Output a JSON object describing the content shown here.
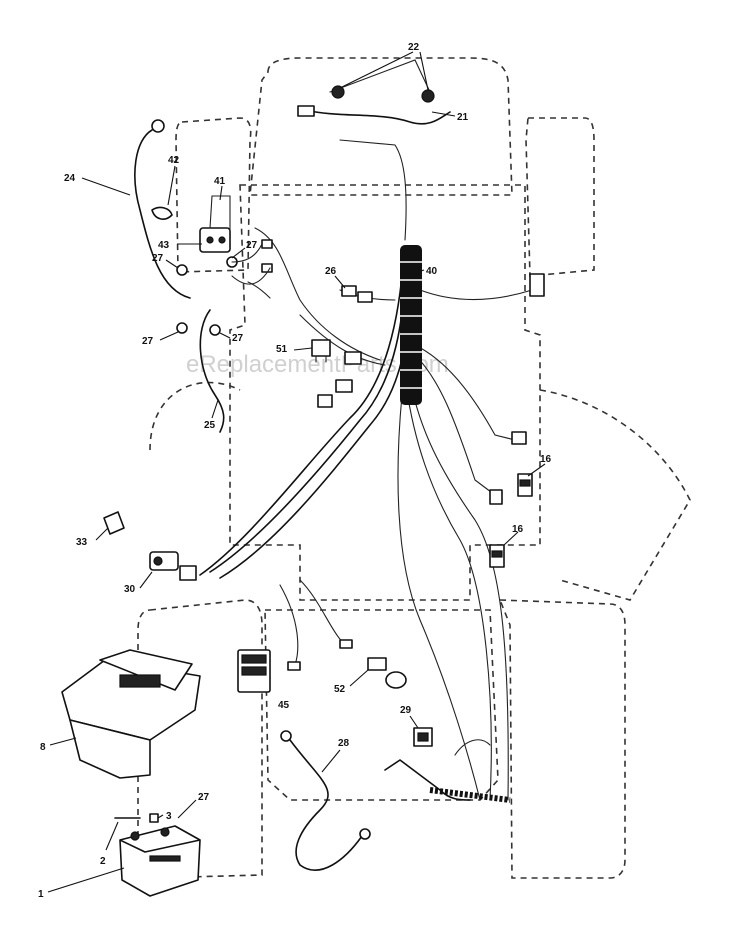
{
  "watermark": "eReplacementParts.com",
  "callouts": [
    {
      "id": "c22",
      "label": "22"
    },
    {
      "id": "c21",
      "label": "21"
    },
    {
      "id": "c24",
      "label": "24"
    },
    {
      "id": "c42",
      "label": "42"
    },
    {
      "id": "c41",
      "label": "41"
    },
    {
      "id": "c43",
      "label": "43"
    },
    {
      "id": "c27a",
      "label": "27"
    },
    {
      "id": "c27b",
      "label": "27"
    },
    {
      "id": "c26",
      "label": "26"
    },
    {
      "id": "c40",
      "label": "40"
    },
    {
      "id": "c27c",
      "label": "27"
    },
    {
      "id": "c27d",
      "label": "27"
    },
    {
      "id": "c51",
      "label": "51"
    },
    {
      "id": "c25",
      "label": "25"
    },
    {
      "id": "c16a",
      "label": "16"
    },
    {
      "id": "c16b",
      "label": "16"
    },
    {
      "id": "c33",
      "label": "33"
    },
    {
      "id": "c30",
      "label": "30"
    },
    {
      "id": "c45",
      "label": "45"
    },
    {
      "id": "c52",
      "label": "52"
    },
    {
      "id": "c29",
      "label": "29"
    },
    {
      "id": "c8",
      "label": "8"
    },
    {
      "id": "c28",
      "label": "28"
    },
    {
      "id": "c27e",
      "label": "27"
    },
    {
      "id": "c3",
      "label": "3"
    },
    {
      "id": "c2",
      "label": "2"
    },
    {
      "id": "c1",
      "label": "1"
    }
  ]
}
